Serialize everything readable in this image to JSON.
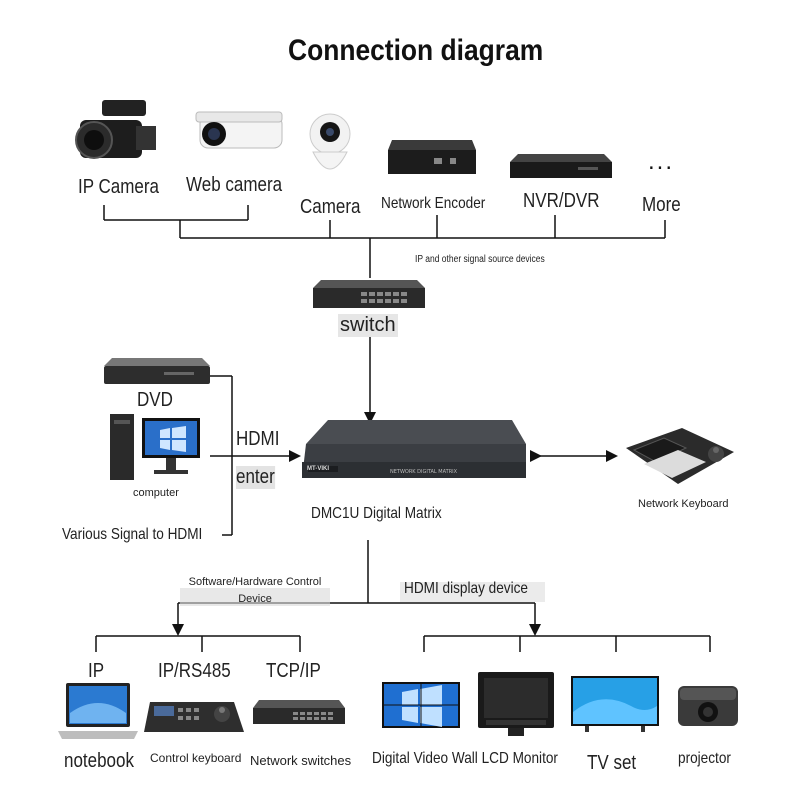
{
  "title": "Connection diagram",
  "sources": {
    "ip_camera": "IP Camera",
    "web_camera": "Web camera",
    "camera": "Camera",
    "network_encoder": "Network Encoder",
    "nvr_dvr": "NVR/DVR",
    "more": "More",
    "more_dots": "...",
    "group_caption": "IP and other signal source devices"
  },
  "switch_label": "switch",
  "left_inputs": {
    "dvd": "DVD",
    "computer": "computer",
    "hdmi": "HDMI",
    "enter": "enter",
    "various": "Various Signal to HDMI"
  },
  "matrix": {
    "label": "DMC1U Digital Matrix",
    "brand": "MT-VIKI"
  },
  "network_keyboard": "Network Keyboard",
  "control_branch": "Software/Hardware Control Device",
  "display_branch": "HDMI display device",
  "control_devices": {
    "ip": "IP",
    "ip_rs485": "IP/RS485",
    "tcp_ip": "TCP/IP",
    "notebook": "notebook",
    "control_keyboard": "Control keyboard",
    "network_switches": "Network switches"
  },
  "display_devices": {
    "video_wall": "Digital Video Wall LCD Monitor",
    "tv_set": "TV set",
    "projector": "projector"
  }
}
